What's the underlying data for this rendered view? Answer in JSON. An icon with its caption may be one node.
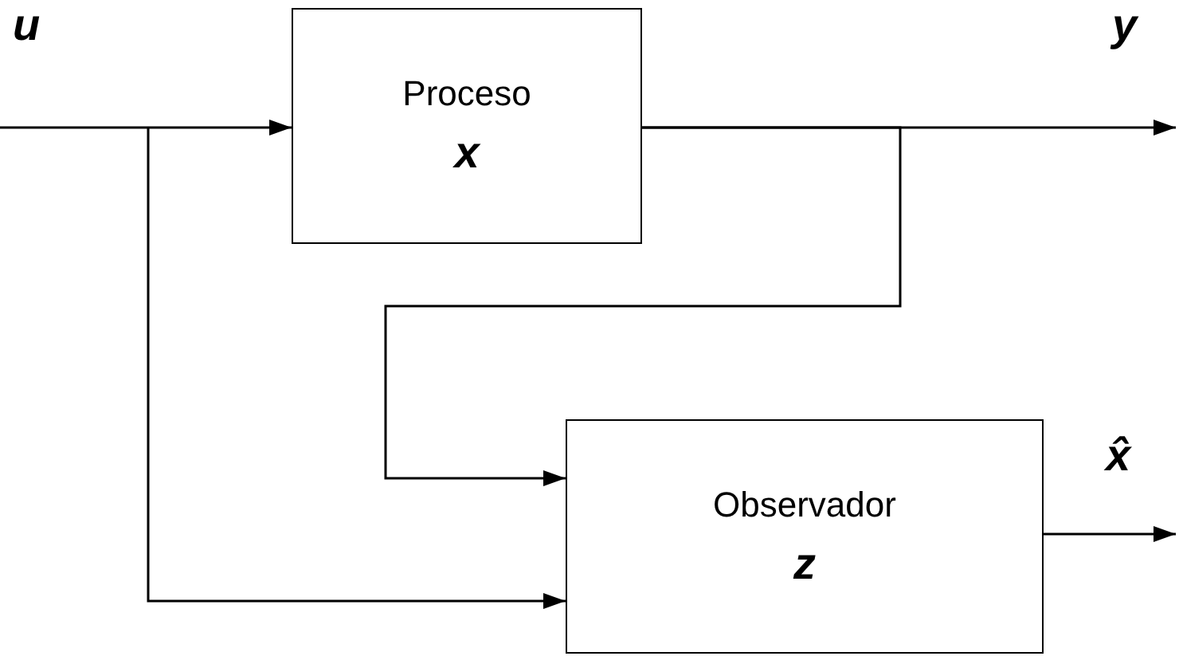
{
  "diagram": {
    "nodes": [
      {
        "text": [
          "Proceso",
          "x"
        ]
      },
      {
        "text": [
          "Observador",
          "z"
        ]
      }
    ],
    "edges": [
      {
        "from": null,
        "to": 0,
        "arrow": "to",
        "label": "u"
      },
      {
        "from": null,
        "to": 1,
        "arrow": "to"
      },
      {
        "from": 0,
        "to": null,
        "arrow": "to",
        "label": "y"
      },
      {
        "from": 0,
        "to": 1,
        "arrow": "to"
      },
      {
        "from": 1,
        "to": null,
        "arrow": "to",
        "label": "x̂"
      }
    ]
  }
}
